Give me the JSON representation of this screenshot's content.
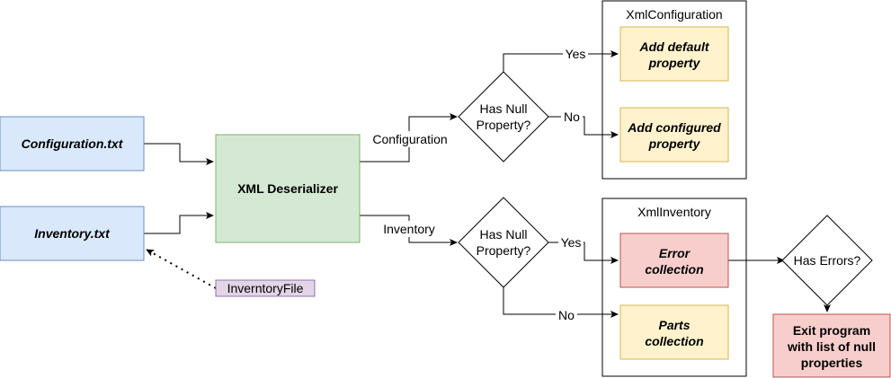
{
  "colors": {
    "blue_fill": "#dae8fc",
    "blue_stroke": "#6c8ebf",
    "green_fill": "#d5e8d4",
    "green_stroke": "#82b366",
    "yellow_fill": "#fff2cc",
    "yellow_stroke": "#d6b656",
    "red_fill": "#f8cecc",
    "red_stroke": "#b85450",
    "purple_fill": "#e1d5e7",
    "purple_stroke": "#9673a6",
    "line": "#000000"
  },
  "nodes": {
    "configuration_txt": "Configuration.txt",
    "inventory_txt": "Inventory.txt",
    "inventory_file_label": "InverntoryFile",
    "xml_deserializer": "XML Deserializer",
    "decision_config": [
      "Has Null",
      "Property?"
    ],
    "decision_inventory": [
      "Has Null",
      "Property?"
    ],
    "xml_configuration_title": "XmlConfiguration",
    "add_default_property": [
      "Add default",
      "property"
    ],
    "add_configured_property": [
      "Add configured",
      "property"
    ],
    "xml_inventory_title": "XmlInventory",
    "error_collection": [
      "Error",
      "collection"
    ],
    "parts_collection": [
      "Parts",
      "collection"
    ],
    "has_errors": "Has Errors?",
    "exit_program": [
      "Exit program",
      "with list of null",
      "properties"
    ]
  },
  "edge_labels": {
    "configuration": "Configuration",
    "inventory": "Inventory",
    "config_yes": "Yes",
    "config_no": "No",
    "inventory_yes": "Yes",
    "inventory_no": "No"
  }
}
